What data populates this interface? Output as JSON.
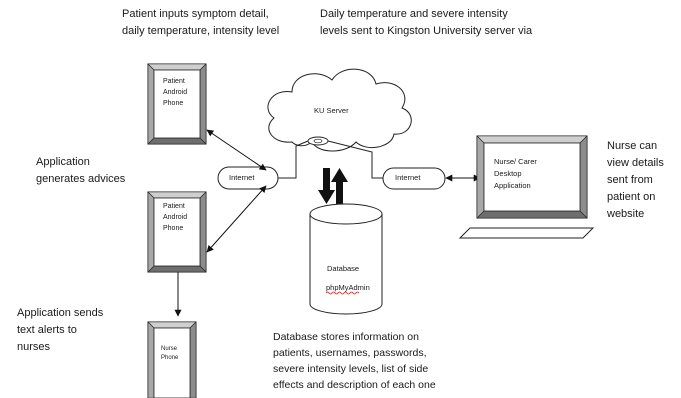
{
  "captions": {
    "patient_input": "Patient inputs symptom detail,\ndaily temperature, intensity level",
    "daily_temp": "Daily temperature and severe intensity\nlevels sent to Kingston University server via",
    "app_advice": "Application\ngenerates advices",
    "app_alerts": "Application sends\ntext alerts to\nnurses",
    "nurse_view": "Nurse can\nview details\nsent from\npatient on\nwebsite",
    "db_stores": "Database stores information on\npatients, usernames, passwords,\nsevere intensity levels, list of side\neffects and description of each one"
  },
  "nodes": {
    "patient_phone_1": "Patient\nAndroid\nPhone",
    "patient_phone_2": "Patient\nAndroid\nPhone",
    "nurse_phone": "Nurse\nPhone",
    "server": "KU Server",
    "internet_left": "Internet",
    "internet_right": "Internet",
    "desktop": "Nurse/ Carer\nDesktop\nApplication",
    "database": "Database",
    "database_sub": "phpMyAdmin"
  }
}
